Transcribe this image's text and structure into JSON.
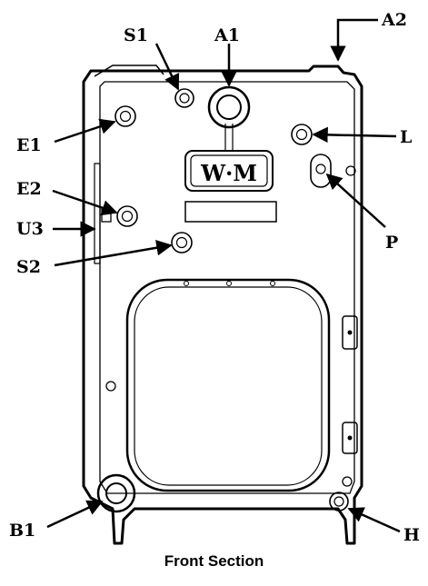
{
  "caption": "Front Section",
  "logo_text": "W·M",
  "labels": {
    "S1": "S1",
    "A1": "A1",
    "A2": "A2",
    "E1": "E1",
    "L": "L",
    "E2": "E2",
    "U3": "U3",
    "P": "P",
    "S2": "S2",
    "B1": "B1",
    "H": "H"
  },
  "colors": {
    "line": "#000000",
    "background": "#ffffff"
  }
}
